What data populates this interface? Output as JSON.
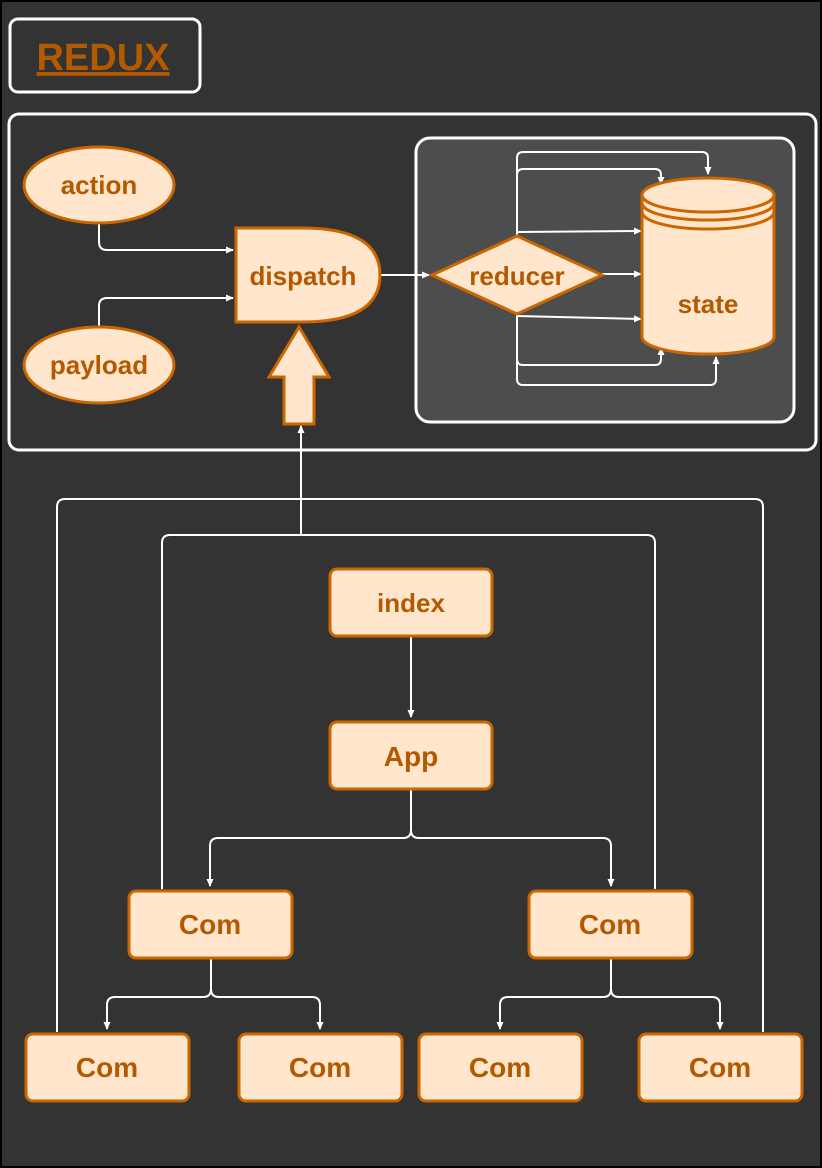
{
  "title": "REDUX",
  "redux": {
    "action": "action",
    "payload": "payload",
    "dispatch": "dispatch",
    "reducer": "reducer",
    "state": "state"
  },
  "tree": {
    "index": "index",
    "app": "App",
    "com_left": "Com",
    "com_right": "Com",
    "leaf_1": "Com",
    "leaf_2": "Com",
    "leaf_3": "Com",
    "leaf_4": "Com"
  },
  "colors": {
    "background": "#333333",
    "node_fill": "#FFE6CC",
    "node_stroke": "#CC6600",
    "text": "#B35900",
    "lines": "#FFFFFF",
    "reducer_panel": "#4D4D4D"
  }
}
